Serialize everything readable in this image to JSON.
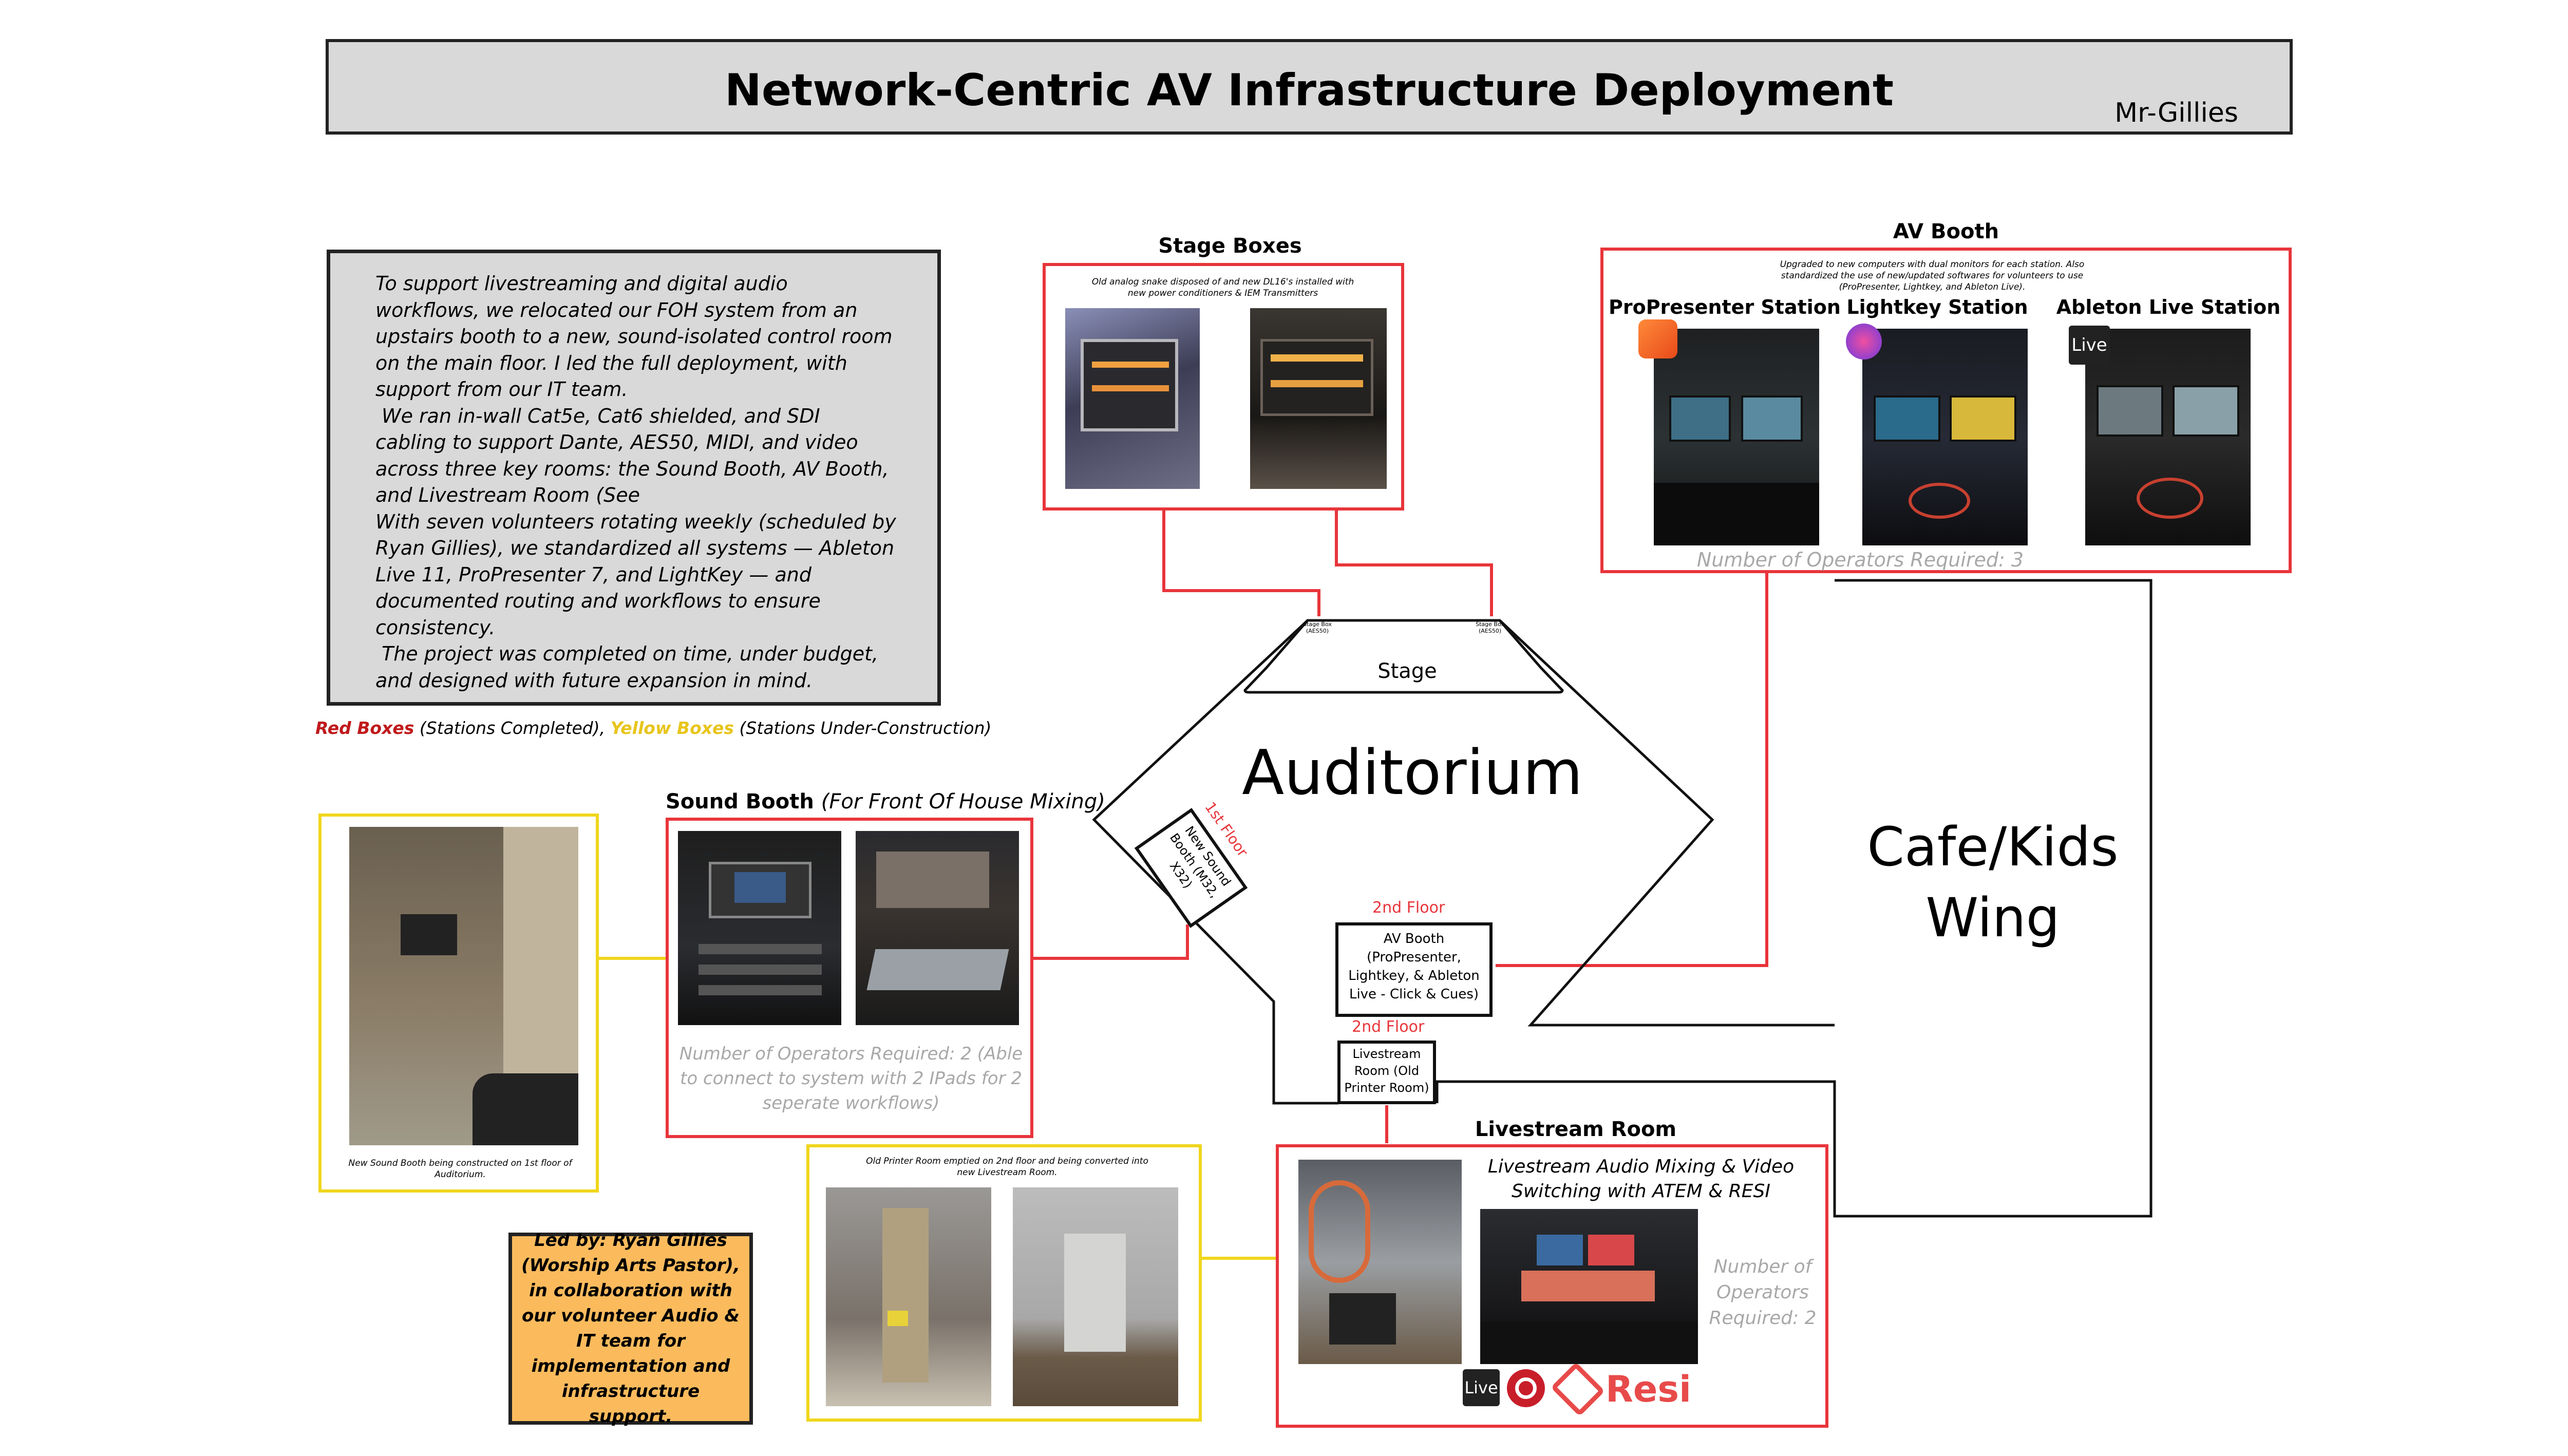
{
  "title": "Network-Centric AV Infrastructure Deployment",
  "author": "Mr-Gillies",
  "intro": {
    "p1": "To support livestreaming and digital audio workflows, we relocated our FOH system from an upstairs booth to a new, sound-isolated control room on the main floor. I led the full deployment, with support from our IT team.",
    "p2": "We ran in-wall Cat5e, Cat6 shielded, and SDI cabling to support Dante, AES50, MIDI, and video across three key rooms: the Sound Booth, AV Booth, and Livestream Room (See",
    "p3": "With seven volunteers rotating weekly (scheduled by Ryan Gillies), we standardized all systems — Ableton Live 11, ProPresenter 7, and LightKey — and documented routing and workflows to ensure consistency.",
    "p4": "The project was completed on time, under budget, and designed with future expansion in mind."
  },
  "legend": {
    "red": "Red Boxes",
    "red_desc": " (Stations Completed), ",
    "yellow": "Yellow Boxes",
    "yellow_desc": " (Stations Under-Construction)"
  },
  "stage_boxes": {
    "header": "Stage Boxes",
    "caption": "Old analog snake disposed of and new DL16's installed with new power conditioners & IEM Transmitters"
  },
  "av_booth": {
    "header": "AV Booth",
    "caption": "Upgraded to new computers with dual monitors for each station. Also standardized the use of new/updated softwares for volunteers to use (ProPresenter, Lightkey, and Ableton Live).",
    "stations": [
      "ProPresenter Station",
      "Lightkey Station",
      "Ableton Live Station"
    ],
    "operators": "Number of Operators Required: 3",
    "live_icon": "Live"
  },
  "auditorium": {
    "label": "Auditorium",
    "stage_label": "Stage",
    "stage_box_left": "Stage Box (AES50)",
    "stage_box_right": "Stage Box (AES50)"
  },
  "cafe": {
    "line1": "Cafe/Kids",
    "line2": "Wing"
  },
  "sound_booth": {
    "header": "Sound Booth",
    "header_note": "(For Front Of House Mixing)",
    "operators": "Number of Operators Required: 2 (Able to connect to system with 2 IPads for 2 seperate workflows)",
    "node_floor": "1st Floor",
    "node_label": "New Sound Booth (M32, X32)"
  },
  "new_booth_photo": {
    "caption": "New Sound Booth being constructed on 1st floor of Auditorium."
  },
  "av_node": {
    "floor": "2nd Floor",
    "label": "AV Booth (ProPresenter, Lightkey, & Ableton Live - Click & Cues)"
  },
  "livestream_node": {
    "floor": "2nd Floor",
    "label": "Livestream Room (Old Printer Room)"
  },
  "livestream_room": {
    "header": "Livestream Room",
    "subtitle": "Livestream Audio Mixing & Video Switching with ATEM & RESI",
    "operators": "Number of Operators Required: 2",
    "live_icon": "Live",
    "resi": "Resi"
  },
  "printer_room": {
    "caption": "Old Printer Room emptied on 2nd floor and being converted into new Livestream Room."
  },
  "led_by": "Led by: Ryan Gillies (Worship Arts Pastor), in collaboration with our volunteer Audio & IT team for implementation and infrastructure support.",
  "colors": {
    "completed": "#e8353b",
    "under_construction": "#f0d61c",
    "led_by_bg": "#fbbb5d",
    "panel_gray": "#d9d9d9"
  }
}
